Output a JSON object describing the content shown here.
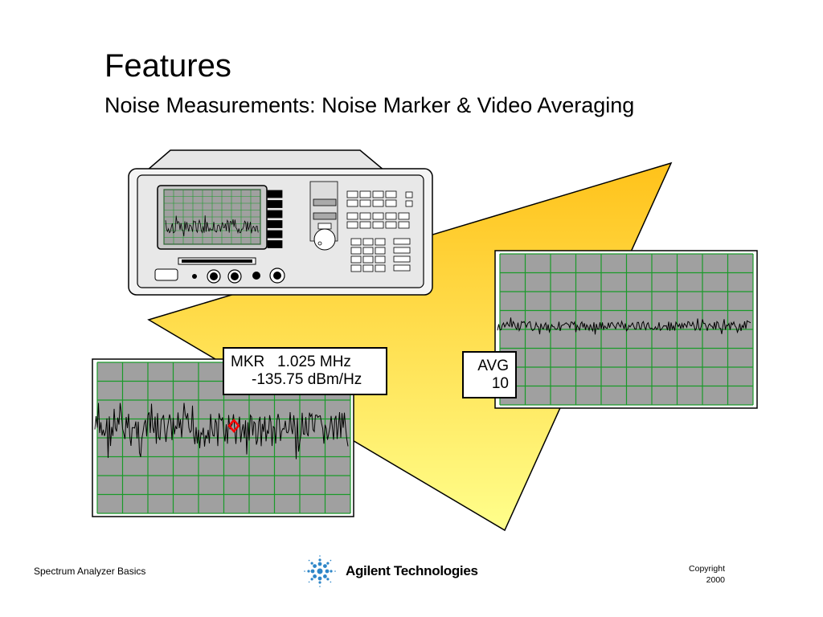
{
  "slide": {
    "title": "Features",
    "subtitle": "Noise Measurements: Noise Marker & Video Averaging"
  },
  "marker_readout": {
    "line1": "MKR   1.025 MHz",
    "line2": "-135.75 dBm/Hz"
  },
  "averaging_readout": {
    "line1": "AVG",
    "line2": "10"
  },
  "footer": {
    "left": "Spectrum Analyzer Basics",
    "company": "Agilent Technologies",
    "copyright_line1": "Copyright",
    "copyright_line2": "2000"
  },
  "colors": {
    "screen_gray": "#a0a0a0",
    "grid_green": "#1a9a2a",
    "highlight_yellow": "#ffd020",
    "marker_red": "#ff0000",
    "logo_blue": "#2e86c8"
  },
  "icons": {
    "instrument": "spectrum-analyzer-icon",
    "logo": "agilent-spark-logo-icon",
    "marker": "diamond-marker-icon"
  }
}
